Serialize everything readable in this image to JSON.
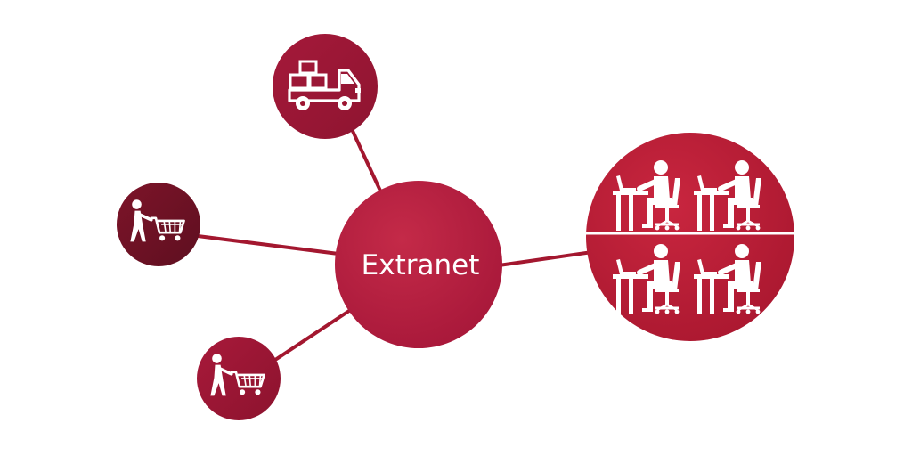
{
  "hub": {
    "label": "Extranet",
    "color": "#b51f3d"
  },
  "nodes": [
    {
      "id": "delivery",
      "icon": "delivery-truck-icon",
      "color": "#9c1531"
    },
    {
      "id": "customer-top",
      "icon": "person-with-shopping-cart-icon",
      "color": "#6f1226"
    },
    {
      "id": "customer-bottom",
      "icon": "person-with-shopping-cart-icon",
      "color": "#9c1531"
    },
    {
      "id": "office",
      "icon": "office-workers-at-desks-icon",
      "color": "#b51f3d"
    }
  ],
  "connector_color": "#a3172f",
  "icon_color": "#ffffff"
}
